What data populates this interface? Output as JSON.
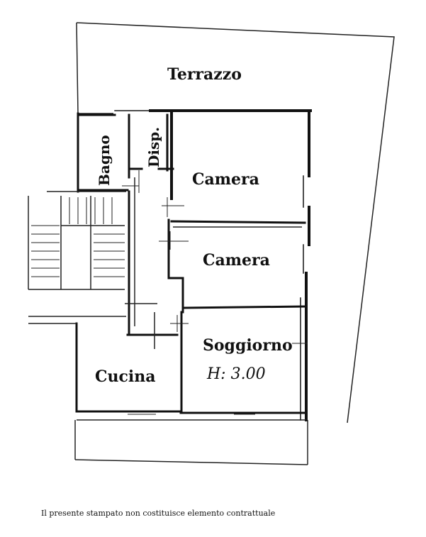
{
  "rooms": {
    "terrazzo": "Terrazzo",
    "bagno": "Bagno",
    "disp": "Disp.",
    "camera_1": "Camera",
    "camera_2": "Camera",
    "soggiorno": "Soggiorno",
    "cucina": "Cucina"
  },
  "annotations": {
    "height": "H: 3.00"
  },
  "footer": {
    "disclaimer": "Il presente stampato non costituisce elemento contrattuale"
  }
}
